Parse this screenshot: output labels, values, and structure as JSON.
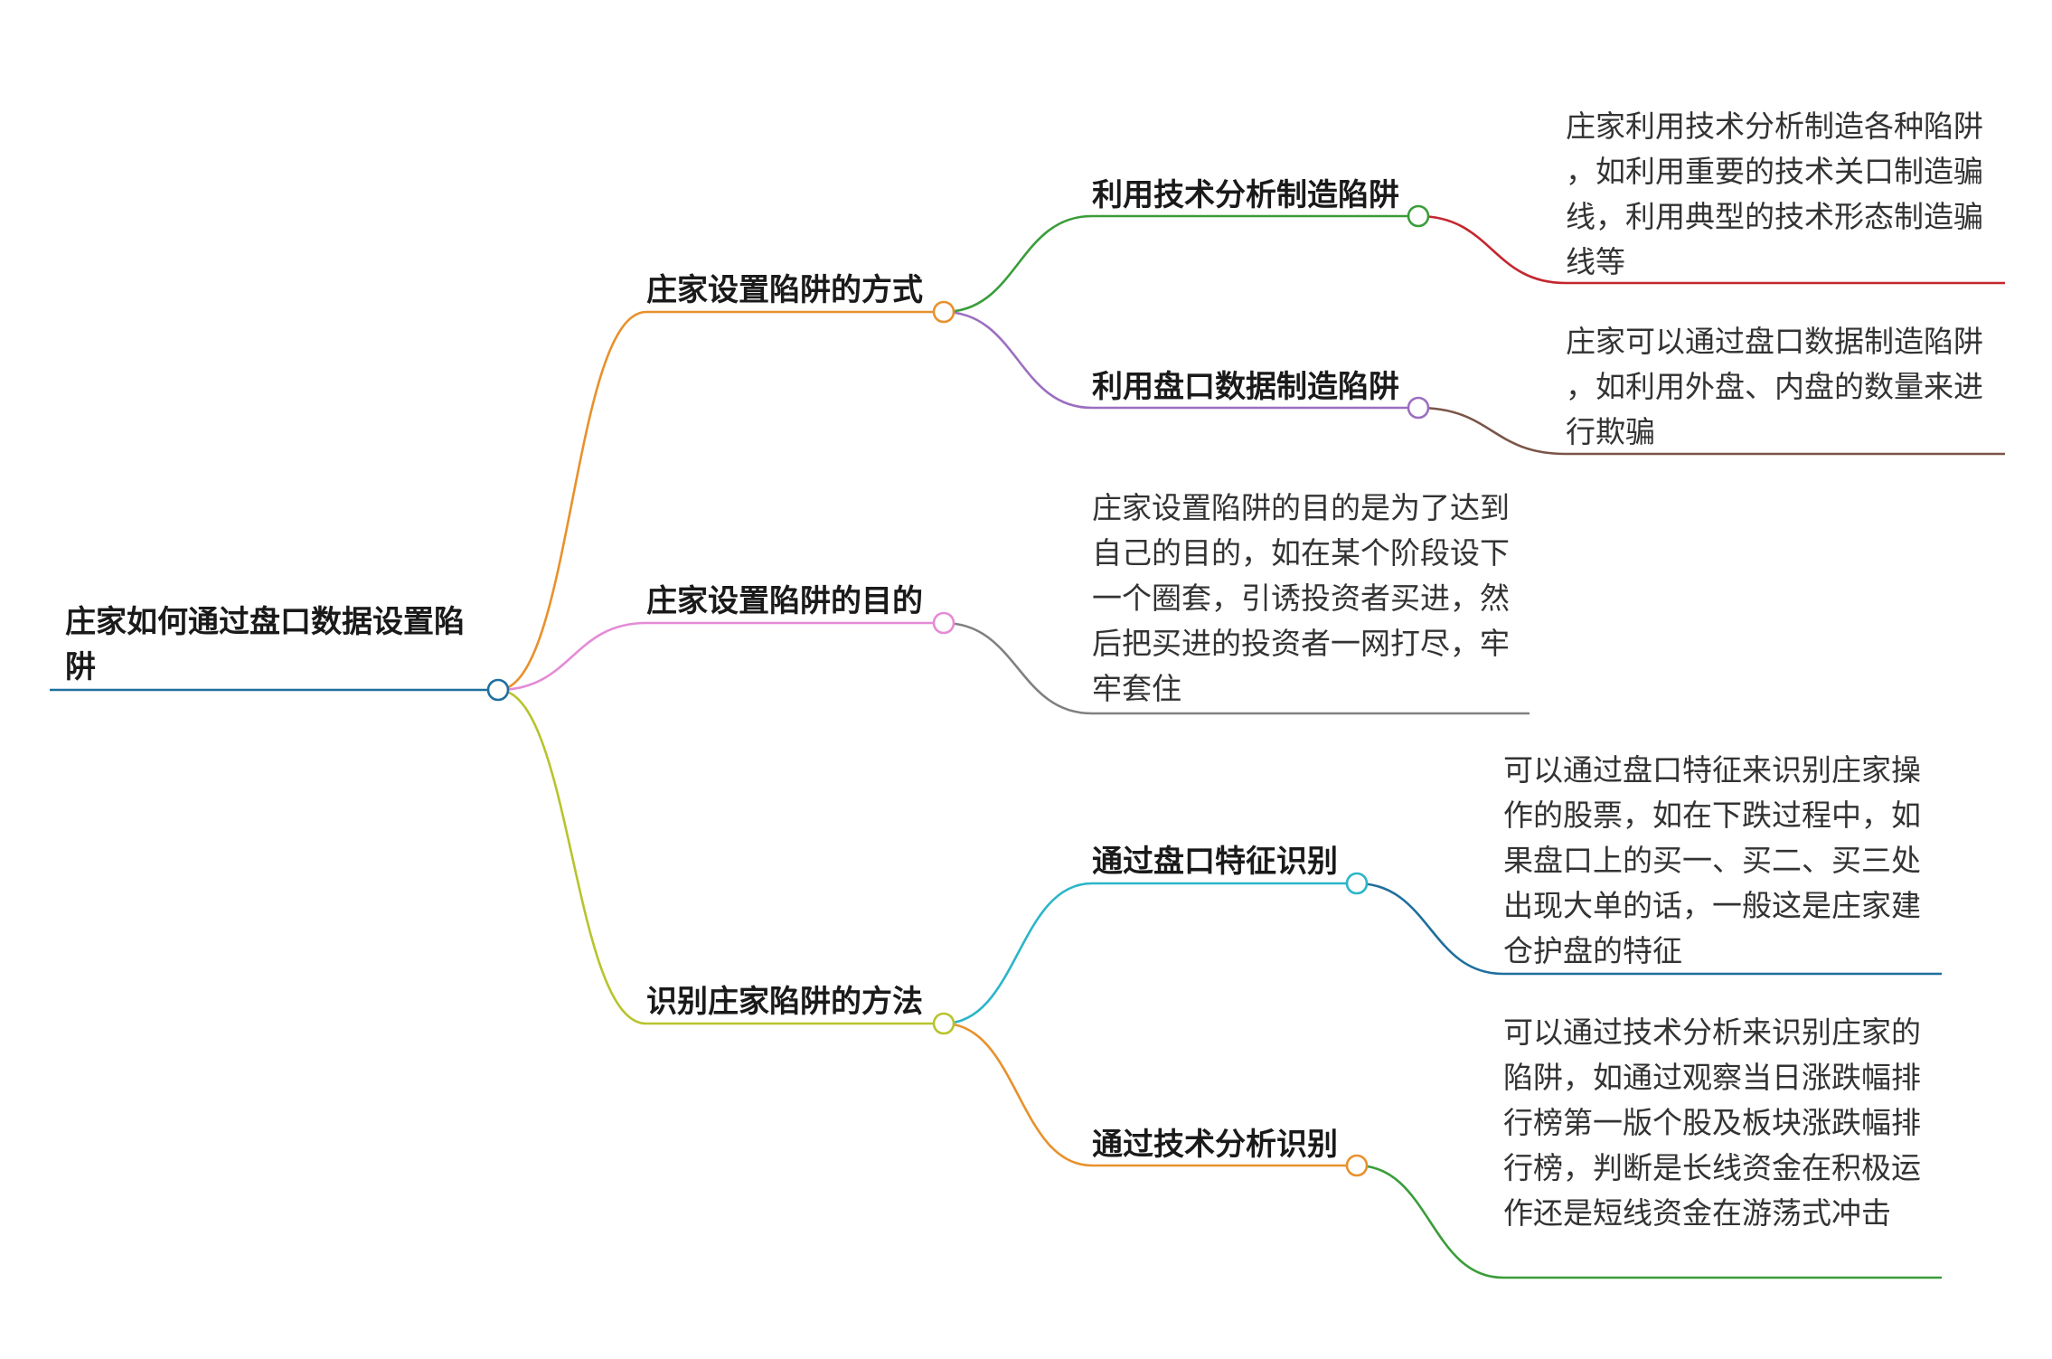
{
  "root": {
    "label": "庄家如何通过盘口数据设置陷阱",
    "color": "#1f6f9e"
  },
  "branches": [
    {
      "label": "庄家设置陷阱的方式",
      "color": "#e8912c",
      "children": [
        {
          "label": "利用技术分析制造陷阱",
          "color": "#3a9d3a",
          "detail": "庄家利用技术分析制造各种陷阱，如利用重要的技术关口制造骗线，利用典型的技术形态制造骗线等",
          "detail_color": "#c4262e"
        },
        {
          "label": "利用盘口数据制造陷阱",
          "color": "#9b6fc0",
          "detail": "庄家可以通过盘口数据制造陷阱，如利用外盘、内盘的数量来进行欺骗",
          "detail_color": "#7a5548"
        }
      ]
    },
    {
      "label": "庄家设置陷阱的目的",
      "color": "#e48bd6",
      "detail": "庄家设置陷阱的目的是为了达到自己的目的，如在某个阶段设下一个圈套，引诱投资者买进，然后把买进的投资者一网打尽，牢牢套住",
      "detail_color": "#808080"
    },
    {
      "label": "识别庄家陷阱的方法",
      "color": "#b7c42c",
      "children": [
        {
          "label": "通过盘口特征识别",
          "color": "#2bb5c9",
          "detail": "可以通过盘口特征来识别庄家操作的股票，如在下跌过程中，如果盘口上的买一、买二、买三处出现大单的话，一般这是庄家建仓护盘的特征",
          "detail_color": "#1f6f9e"
        },
        {
          "label": "通过技术分析识别",
          "color": "#e8912c",
          "detail": "可以通过技术分析来识别庄家的陷阱，如通过观察当日涨跌幅排行榜第一版个股及板块涨跌幅排行榜，判断是长线资金在积极运作还是短线资金在游荡式冲击",
          "detail_color": "#3a9d3a"
        }
      ]
    }
  ]
}
